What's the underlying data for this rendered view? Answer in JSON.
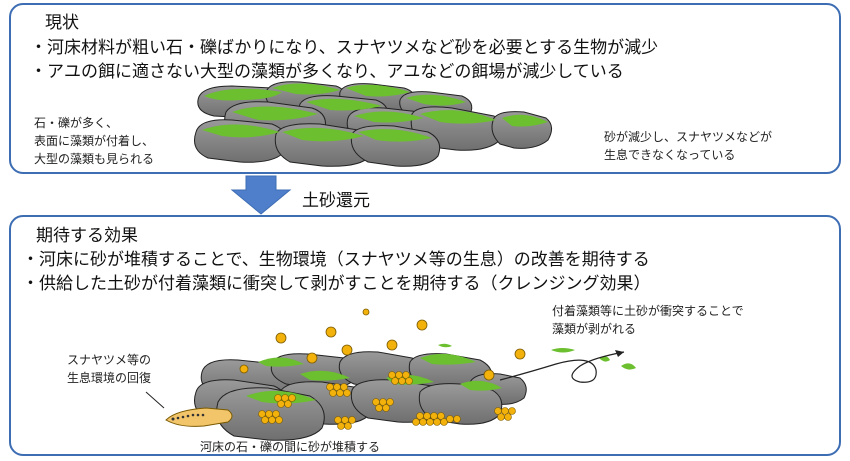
{
  "top": {
    "heading": "現状",
    "bullets": [
      "・河床材料が粗い石・礫ばかりになり、スナヤツメなど砂を必要とする生物が減少",
      "・アユの餌に適さない大型の藻類が多くなり、アユなどの餌場が減少している"
    ],
    "left_note": [
      "石・礫が多く、",
      "表面に藻類が付着し、",
      "大型の藻類も見られる"
    ],
    "right_note": [
      "砂が減少し、スナヤツメなどが",
      "生息できなくなっている"
    ]
  },
  "arrow": {
    "label": "土砂還元"
  },
  "bottom": {
    "heading": "期待する効果",
    "bullets": [
      "・河床に砂が堆積することで、生物環境（スナヤツメ等の生息）の改善を期待する",
      "・供給した土砂が付着藻類に衝突して剥がすことを期待する（クレンジング効果）"
    ],
    "top_right_note": [
      "付着藻類等に土砂が衝突することで",
      "藻類が剥がれる"
    ],
    "left_note": [
      "スナヤツメ等の",
      "生息環境の回復"
    ],
    "bottom_note": "河床の石・礫の間に砂が堆積する"
  },
  "colors": {
    "frame": "#3d6db3",
    "arrow": "#4f7fcb",
    "rock": "#8c8c8c",
    "algae": "#6cbf2e",
    "sand": "#f2b10b"
  }
}
